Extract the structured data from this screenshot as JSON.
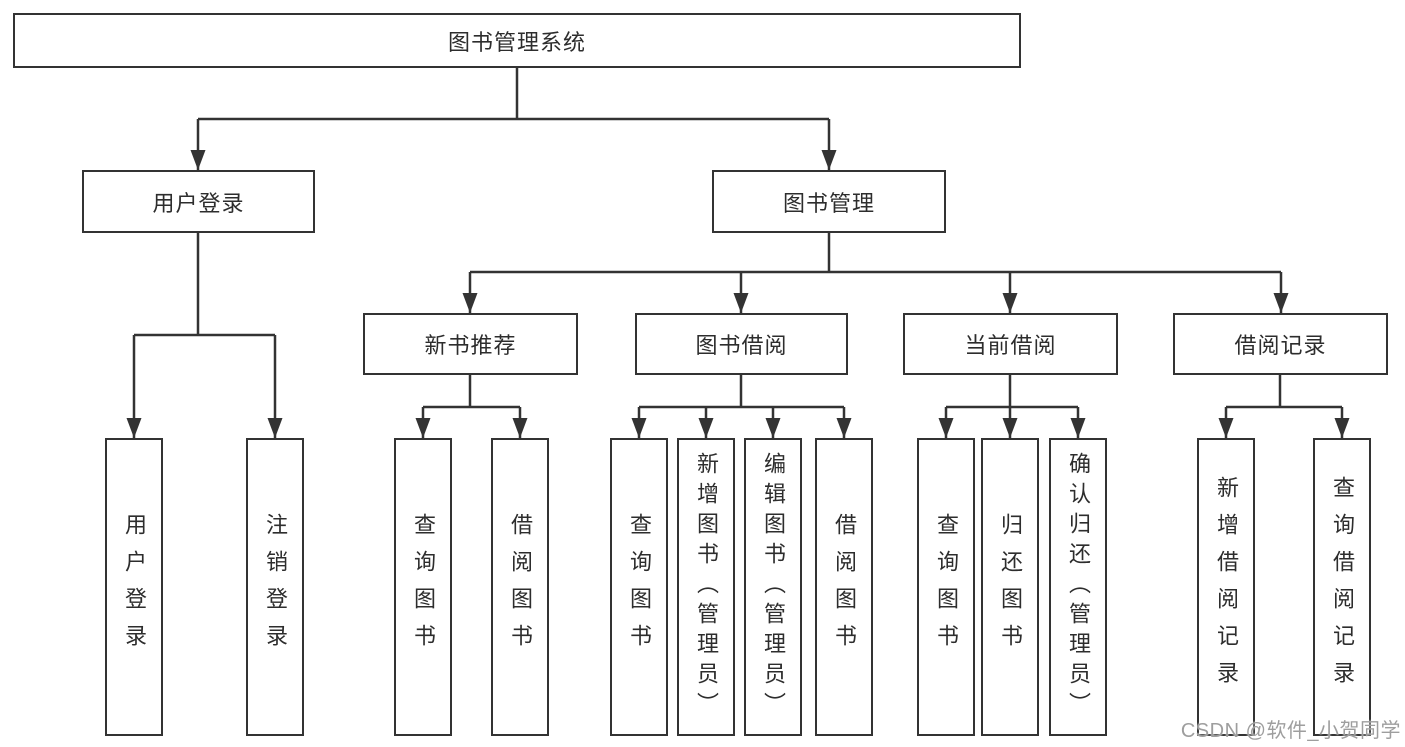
{
  "colors": {
    "line": "#333333",
    "box_border": "#333333",
    "text": "#2d2d2d",
    "watermark": "#9e9e9e",
    "background": "#ffffff"
  },
  "tree": {
    "root": {
      "label": "图书管理系统"
    },
    "level2": [
      {
        "label": "用户登录",
        "children": [
          {
            "label": "用户登录"
          },
          {
            "label": "注销登录"
          }
        ]
      },
      {
        "label": "图书管理",
        "children": [
          {
            "label": "新书推荐",
            "children": [
              {
                "label": "查询图书"
              },
              {
                "label": "借阅图书"
              }
            ]
          },
          {
            "label": "图书借阅",
            "children": [
              {
                "label": "查询图书"
              },
              {
                "label": "新增图书（管理员）"
              },
              {
                "label": "编辑图书（管理员）"
              },
              {
                "label": "借阅图书"
              }
            ]
          },
          {
            "label": "当前借阅",
            "children": [
              {
                "label": "查询图书"
              },
              {
                "label": "归还图书"
              },
              {
                "label": "确认归还（管理员）"
              }
            ]
          },
          {
            "label": "借阅记录",
            "children": [
              {
                "label": "新增借阅记录"
              },
              {
                "label": "查询借阅记录"
              }
            ]
          }
        ]
      }
    ]
  },
  "watermark": {
    "text": "CSDN @软件_小贺同学"
  }
}
